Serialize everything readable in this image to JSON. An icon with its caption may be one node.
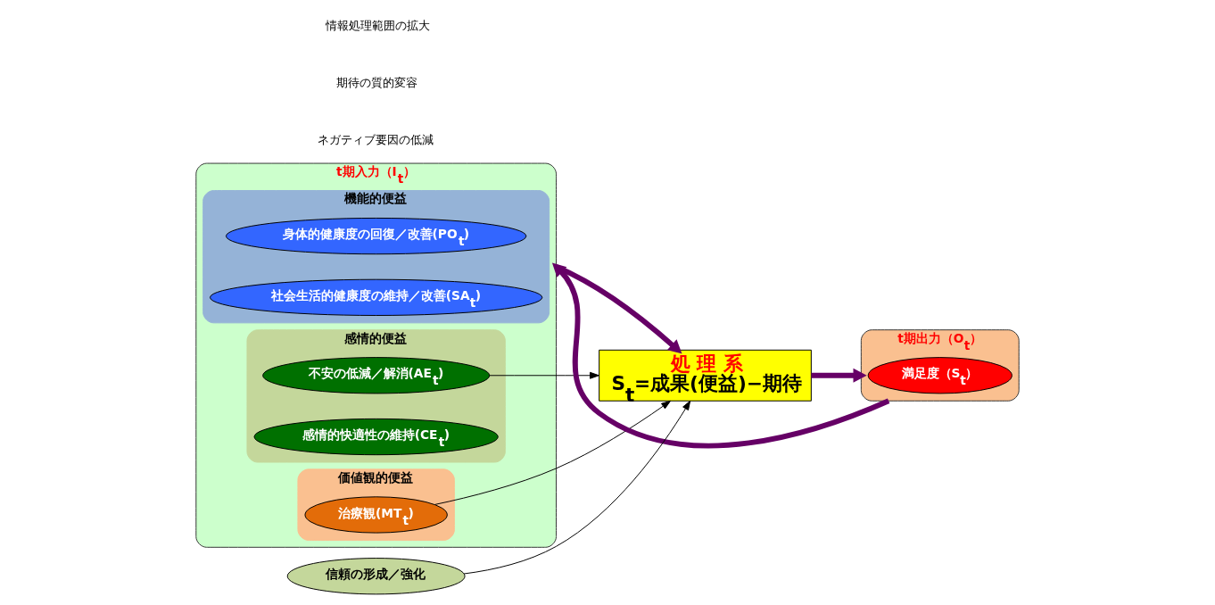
{
  "diagram": {
    "nodes": [
      {
        "text": [
          "t期入力（I$_{t}$）"
        ]
      },
      {
        "text": [
          "機能的便益"
        ],
        "in": 0
      },
      {
        "text": [
          "身体的健康度の回復／改善(PO$_{t}$)"
        ],
        "in": 1
      },
      {
        "text": [
          "社会生活的健康度の維持／改善(SA$_{t}$)"
        ],
        "in": 1
      },
      {
        "text": [
          "感情的便益"
        ],
        "in": 0
      },
      {
        "text": [
          "不安の低減／解消(AE$_{t}$)"
        ],
        "in": 4
      },
      {
        "text": [
          "感情的快適性の維持(CE$_{t}$)"
        ],
        "in": 4
      },
      {
        "text": [
          "価値観的便益"
        ],
        "in": 0
      },
      {
        "text": [
          "治療観(MT$_{t}$)"
        ],
        "in": 7
      },
      {
        "text": [
          "処 理 系",
          "S$_{t}$=成果(便益)−期待"
        ]
      },
      {
        "text": [
          "t期出力（O$_{t}$）"
        ]
      },
      {
        "text": [
          "満足度（S$_{t}$）"
        ],
        "in": 10
      },
      {
        "text": [
          "信頼の形成／強化"
        ]
      }
    ],
    "edges": [
      {
        "from": 0,
        "to": 9,
        "arrow": "to",
        "style": "thick",
        "color": "#660066"
      },
      {
        "from": 9,
        "to": 10,
        "arrow": "to",
        "style": "thick",
        "color": "#660066"
      },
      {
        "from": 10,
        "to": 0,
        "arrow": "to",
        "style": "thick",
        "color": "#660066"
      },
      {
        "from": 5,
        "to": 9,
        "arrow": "to",
        "color": "#000000"
      },
      {
        "from": 12,
        "to": 9,
        "arrow": "to",
        "color": "#000000"
      },
      {
        "from": 8,
        "to": 9,
        "arrow": "to",
        "color": "#000000"
      }
    ],
    "labels": [
      "ネガティブ要因の低減",
      "期待の質的変容",
      "情報処理範囲の拡大"
    ]
  }
}
